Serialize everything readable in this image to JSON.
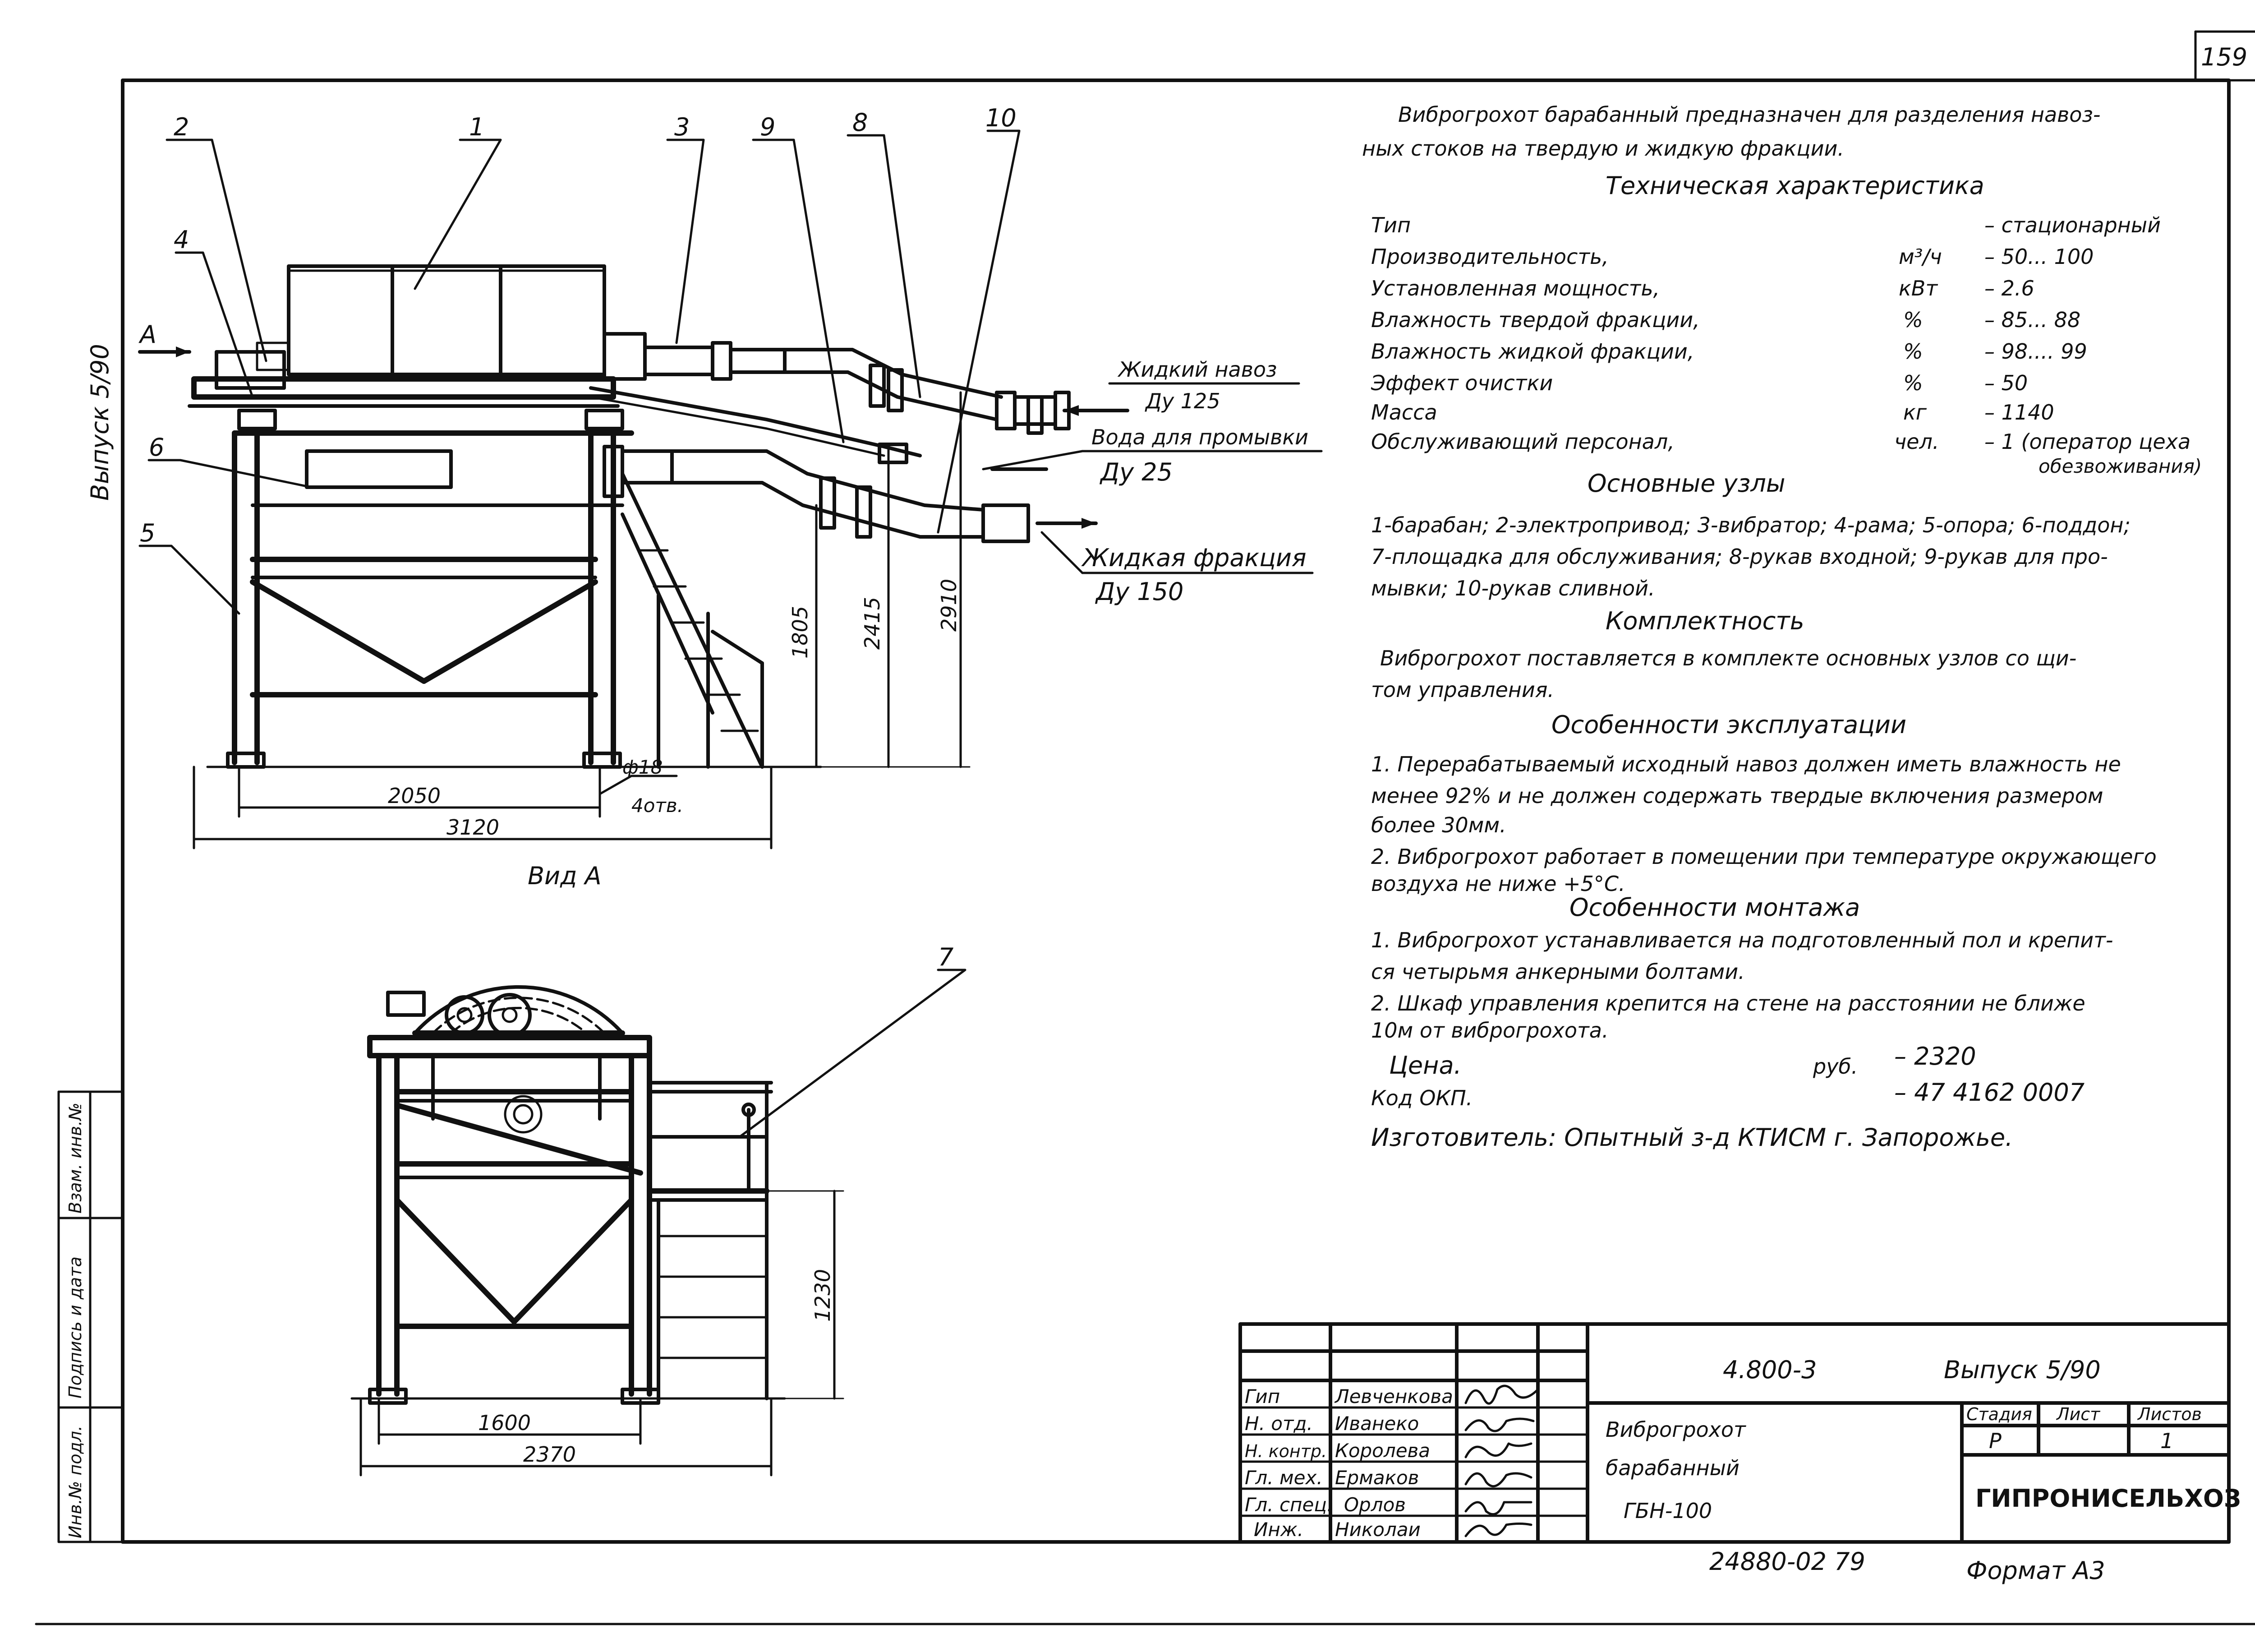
{
  "page_number": "159",
  "side_label": "Выпуск 5/90",
  "intro": {
    "line1": "Виброгрохот барабанный предназначен для разделения навоз-",
    "line2": "ных стоков на твердую и жидкую фракции."
  },
  "spec": {
    "title": "Техническая характеристика",
    "rows": [
      {
        "name": "Тип",
        "unit": "",
        "value": "– стационарный"
      },
      {
        "name": "Производительность,",
        "unit": "м³/ч",
        "value": "– 50... 100"
      },
      {
        "name": "Установленная мощность,",
        "unit": "кВт",
        "value": "– 2.6"
      },
      {
        "name": "Влажность твердой фракции,",
        "unit": "%",
        "value": "– 85... 88"
      },
      {
        "name": "Влажность жидкой фракции,",
        "unit": "%",
        "value": "– 98.... 99"
      },
      {
        "name": "Эффект очистки",
        "unit": "%",
        "value": "– 50"
      },
      {
        "name": "Масса",
        "unit": "кг",
        "value": "– 1140"
      },
      {
        "name": "Обслуживающий персонал,",
        "unit": "чел.",
        "value": "– 1 (оператор цеха"
      }
    ],
    "value_cont": "обезвоживания)"
  },
  "nodes": {
    "title": "Основные узлы",
    "line1": "1-барабан; 2-электропривод; 3-вибратор; 4-рама; 5-опора; 6-поддон;",
    "line2": "7-площадка для обслуживания; 8-рукав входной; 9-рукав для про-",
    "line3": "мывки; 10-рукав сливной."
  },
  "completeness": {
    "title": "Комплектность",
    "line1": "Виброгрохот поставляется в комплекте основных узлов со щи-",
    "line2": "том управления."
  },
  "operation": {
    "title": "Особенности эксплуатации",
    "line1": "1. Перерабатываемый исходный навоз должен иметь влажность не",
    "line2": "менее 92% и не должен содержать твердые включения размером",
    "line3": "более 30мм.",
    "line4": "2. Виброгрохот работает в помещении при температуре окружающего",
    "line5": "воздуха не ниже +5°С."
  },
  "mounting": {
    "title": "Особенности монтажа",
    "line1": "1. Виброгрохот устанавливается на подготовленный пол и крепит-",
    "line2": "ся четырьмя анкерными болтами.",
    "line3": "2. Шкаф управления крепится на стене на расстоянии не ближе",
    "line4": "10м от виброгрохота."
  },
  "price": {
    "label": "Цена.",
    "unit": "руб.",
    "value": "– 2320",
    "code_label": "Код ОКП.",
    "code_value": "– 47 4162 0007"
  },
  "maker": "Изготовитель: Опытный з-д КТИСМ г. Запорожье.",
  "drawing": {
    "callouts": [
      "2",
      "1",
      "3",
      "9",
      "8",
      "10",
      "4",
      "6",
      "5",
      "7"
    ],
    "arrow_a": "А",
    "view_a": "Вид А",
    "flow1_name": "Жидкий навоз",
    "flow1_dn": "Ду 125",
    "flow2_name": "Вода для промывки",
    "flow2_dn": "Ду 25",
    "flow3_name": "Жидкая фракция",
    "flow3_dn": "Ду 150",
    "dim_2050": "2050",
    "dim_3120": "3120",
    "dim_hole": "ф18",
    "dim_holes": "4отв.",
    "dim_1805": "1805",
    "dim_2415": "2415",
    "dim_2910": "2910",
    "dim_1600": "1600",
    "dim_2370": "2370",
    "dim_1230": "1230"
  },
  "stamp": {
    "doc_code": "4.800-3",
    "issue": "Выпуск 5/90",
    "title_line1": "Виброгрохот",
    "title_line2": "барабанный",
    "title_line3": "ГБН-100",
    "stage_label": "Стадия",
    "sheet_label": "Лист",
    "sheets_label": "Листов",
    "stage": "Р",
    "sheets": "1",
    "org": "ГИПРОНИСЕЛЬХОЗ",
    "roles": [
      "Гип",
      "Н. отд.",
      "Н. контр.",
      "Гл. мех.",
      "Гл. спец.",
      "Инж."
    ],
    "names": [
      "Левченкова",
      "Иванеко",
      "Королева",
      "Ермаков",
      "Орлов",
      "Николаи"
    ],
    "archive": "24880-02 79",
    "format": "Формат А3"
  },
  "side_stamp": {
    "inv_podl": "Инв.№ подл.",
    "podpis": "Подпись и дата",
    "vzam": "Взам. инв.№"
  }
}
